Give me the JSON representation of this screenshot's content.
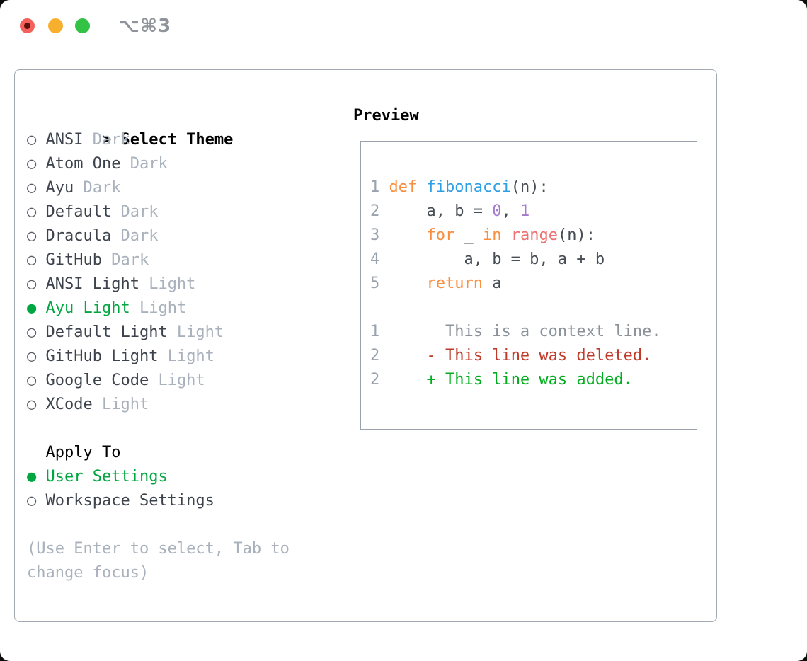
{
  "window": {
    "title": "⌥⌘3",
    "traffic_lights": [
      {
        "name": "close",
        "color": "#f4615c",
        "dot_color": "#5e100b"
      },
      {
        "name": "minimize",
        "color": "#f6b02e"
      },
      {
        "name": "zoom",
        "color": "#32c245"
      }
    ]
  },
  "glyphs": {
    "header_prefix": "> ",
    "radio_selected": "● ",
    "radio_unselected": "○ ",
    "subheader_indent": "  "
  },
  "palette": {
    "header": "#000000",
    "item": "#3d434c",
    "bullet": "#565d66",
    "variant": "#a9b1bc",
    "selected": "#00a63f",
    "hint": "#a9b1bc",
    "title": "#8f949b",
    "num": "#9aa3ad",
    "kw": "#fa8d3e",
    "fn": "#2f9fe5",
    "call": "#f07171",
    "lit": "#a37acc",
    "code": "#474d54",
    "ctx": "#8b9199",
    "del": "#bf3a28",
    "add": "#00ad1c",
    "panel_border": "#a0a8b2"
  },
  "theme_picker": {
    "header": "Select Theme",
    "themes": [
      {
        "name": "ANSI",
        "variant": "Dark",
        "selected": false
      },
      {
        "name": "Atom One",
        "variant": "Dark",
        "selected": false
      },
      {
        "name": "Ayu",
        "variant": "Dark",
        "selected": false
      },
      {
        "name": "Default",
        "variant": "Dark",
        "selected": false
      },
      {
        "name": "Dracula",
        "variant": "Dark",
        "selected": false
      },
      {
        "name": "GitHub",
        "variant": "Dark",
        "selected": false
      },
      {
        "name": "ANSI Light",
        "variant": "Light",
        "selected": false
      },
      {
        "name": "Ayu Light",
        "variant": "Light",
        "selected": true
      },
      {
        "name": "Default Light",
        "variant": "Light",
        "selected": false
      },
      {
        "name": "GitHub Light",
        "variant": "Light",
        "selected": false
      },
      {
        "name": "Google Code",
        "variant": "Light",
        "selected": false
      },
      {
        "name": "XCode",
        "variant": "Light",
        "selected": false
      }
    ],
    "apply_to": {
      "header": "Apply To",
      "options": [
        {
          "label": "User Settings",
          "selected": true
        },
        {
          "label": "Workspace Settings",
          "selected": false
        }
      ]
    },
    "hint": "(Use Enter to select, Tab to change focus)"
  },
  "preview": {
    "label": "Preview",
    "lines": [
      {
        "id": "code-line-1",
        "segs": [
          [
            "1 ",
            "num"
          ],
          [
            "def ",
            "kw"
          ],
          [
            "fibonacci",
            "fn"
          ],
          [
            "(n):",
            "code"
          ]
        ]
      },
      {
        "id": "code-line-2",
        "segs": [
          [
            "2 ",
            "num"
          ],
          [
            "    a, b = ",
            "code"
          ],
          [
            "0",
            "lit"
          ],
          [
            ", ",
            "code"
          ],
          [
            "1",
            "lit"
          ]
        ]
      },
      {
        "id": "code-line-3",
        "segs": [
          [
            "3 ",
            "num"
          ],
          [
            "    ",
            "code"
          ],
          [
            "for",
            "kw"
          ],
          [
            " _ ",
            "code"
          ],
          [
            "in",
            "kw"
          ],
          [
            " ",
            "code"
          ],
          [
            "range",
            "call"
          ],
          [
            "(n):",
            "code"
          ]
        ]
      },
      {
        "id": "code-line-4",
        "segs": [
          [
            "4 ",
            "num"
          ],
          [
            "        a, b = b, a + b",
            "code"
          ]
        ]
      },
      {
        "id": "code-line-5",
        "segs": [
          [
            "5 ",
            "num"
          ],
          [
            "    ",
            "code"
          ],
          [
            "return",
            "kw"
          ],
          [
            " a",
            "code"
          ]
        ]
      },
      {
        "id": "blank-line",
        "segs": []
      },
      {
        "id": "diff-context-line",
        "segs": [
          [
            "1",
            "num"
          ],
          [
            "       ",
            "code"
          ],
          [
            "This is a context line.",
            "ctx"
          ]
        ]
      },
      {
        "id": "diff-deleted-line",
        "segs": [
          [
            "2",
            "num"
          ],
          [
            "     ",
            "code"
          ],
          [
            "- This line was deleted.",
            "del"
          ]
        ]
      },
      {
        "id": "diff-added-line",
        "segs": [
          [
            "2",
            "num"
          ],
          [
            "     ",
            "code"
          ],
          [
            "+ This line was added.",
            "add"
          ]
        ]
      }
    ]
  }
}
